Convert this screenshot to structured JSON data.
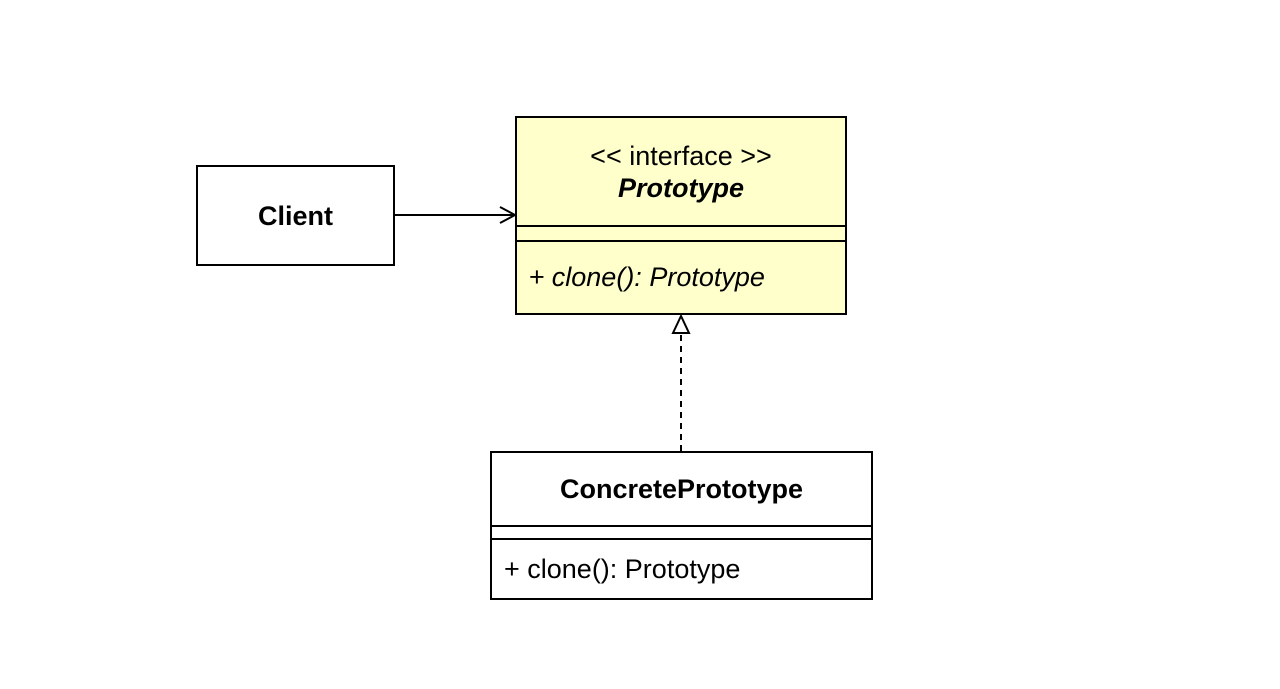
{
  "classes": {
    "client": {
      "name": "Client"
    },
    "prototype": {
      "stereotype": "<< interface >>",
      "name": "Prototype",
      "operation_visibility": "+",
      "operation": "clone(): Prototype"
    },
    "concrete_prototype": {
      "name": "ConcretePrototype",
      "operation": "+ clone(): Prototype"
    }
  },
  "relationships": [
    {
      "from": "Client",
      "to": "Prototype",
      "kind": "association",
      "arrow": "open"
    },
    {
      "from": "ConcretePrototype",
      "to": "Prototype",
      "kind": "realization",
      "arrow": "hollow-triangle",
      "line": "dashed"
    }
  ],
  "colors": {
    "interface_fill": "#ffffcc",
    "class_fill": "#ffffff",
    "stroke": "#000000"
  }
}
